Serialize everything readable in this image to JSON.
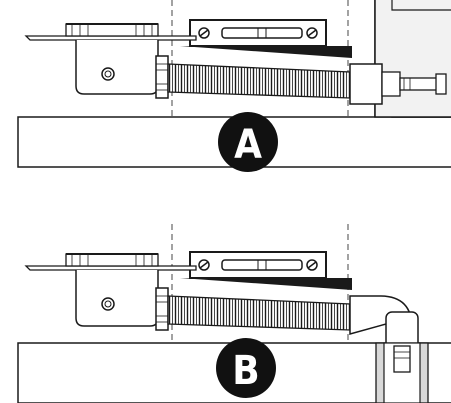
{
  "panels": [
    {
      "label": "A",
      "outlet": "horizontal-wall"
    },
    {
      "label": "B",
      "outlet": "floor"
    }
  ],
  "colors": {
    "line": "#1a1a1a",
    "fill": "#ffffff",
    "shade": "#d9d9d9",
    "badge": "#111111",
    "badge_text": "#ffffff"
  },
  "icons": [
    "spirit-level-icon",
    "screw-icon",
    "shower-drain-icon",
    "corrugated-hose-icon"
  ]
}
